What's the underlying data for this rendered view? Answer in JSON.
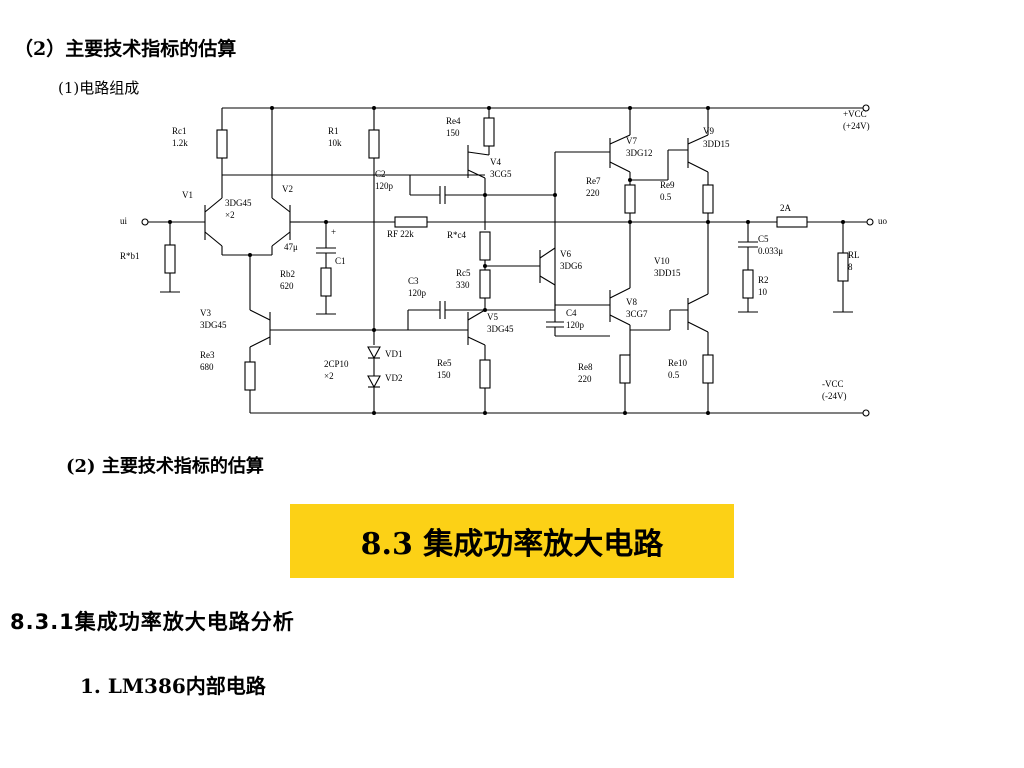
{
  "slide": {
    "top_heading": "（2）主要技术指标的估算",
    "sub_heading": "(1)电路组成",
    "mid_heading": "(2) 主要技术指标的估算",
    "banner": {
      "text": "8.3  集成功率放大电路",
      "color": "#fcd116"
    },
    "section_heading": "8.3.1集成功率放大电路分析",
    "lm_heading": "1. LM386内部电路"
  },
  "circuit": {
    "rc1": "Rc1",
    "rc1_val": "1.2k",
    "r1": "R1",
    "r1_val": "10k",
    "re4": "Re4",
    "re4_val": "150",
    "v4": "V4",
    "v4_type": "3CG5",
    "v7": "V7",
    "v7_type": "3DG12",
    "v9": "V9",
    "v9_type": "3DD15",
    "vcc_pos": "+VCC",
    "vcc_pos_val": "(+24V)",
    "v1": "V1",
    "v2": "V2",
    "pair_type": "3DG45",
    "pair_count": "×2",
    "c2": "C2",
    "c2_val": "120p",
    "re7": "Re7",
    "re7_val": "220",
    "re9": "Re9",
    "re9_val": "0.5",
    "fuse": "2A",
    "ui": "ui",
    "uo": "uo",
    "rb1": "R*b1",
    "c1_mu": "47μ",
    "c1": "C1",
    "plus": "+",
    "rf": "RF 22k",
    "rc4": "R*c4",
    "c5": "C5",
    "c5_val": "0.033μ",
    "rl": "RL",
    "rl_val": "8",
    "rb2": "Rb2",
    "rb2_val": "620",
    "c3": "C3",
    "c3_val": "120p",
    "rc5": "Rc5",
    "rc5_val": "330",
    "v6": "V6",
    "v6_type": "3DG6",
    "v10": "V10",
    "v10_type": "3DD15",
    "r2": "R2",
    "r2_val": "10",
    "v3": "V3",
    "v3_type": "3DG45",
    "v5": "V5",
    "v5_type": "3DG45",
    "c4": "C4",
    "c4_val": "120p",
    "v8": "V8",
    "v8_type": "3CG7",
    "re3": "Re3",
    "re3_val": "680",
    "diode_type": "2CP10",
    "diode_count": "×2",
    "vd1": "VD1",
    "vd2": "VD2",
    "re5": "Re5",
    "re5_val": "150",
    "re8": "Re8",
    "re8_val": "220",
    "re10": "Re10",
    "re10_val": "0.5",
    "vcc_neg": "-VCC",
    "vcc_neg_val": "(-24V)"
  }
}
